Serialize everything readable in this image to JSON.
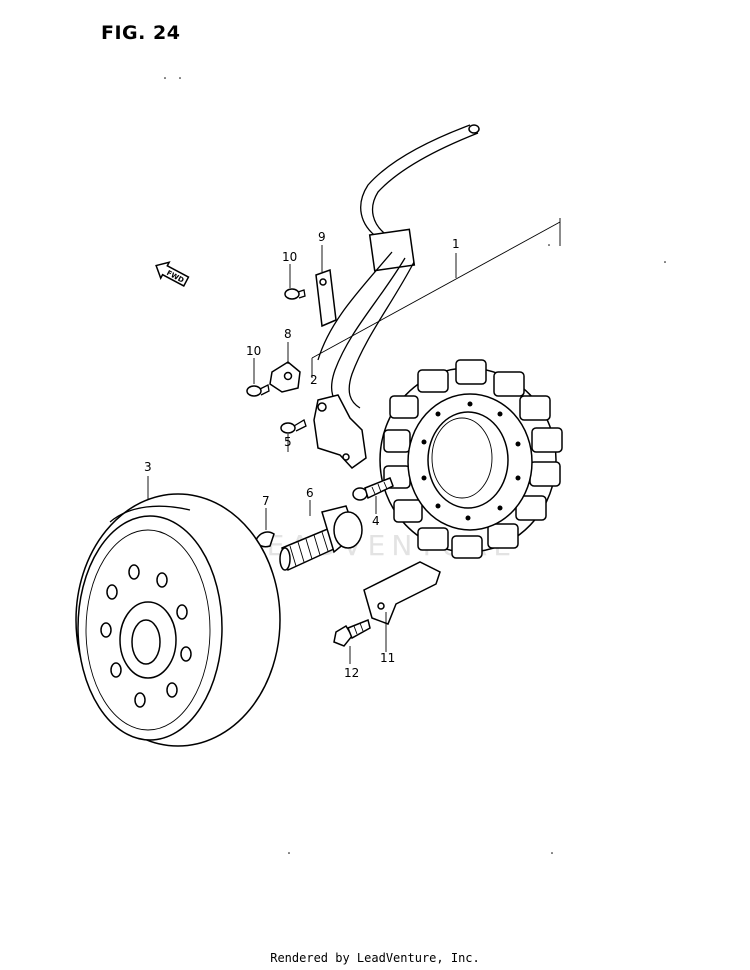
{
  "figure": {
    "title": "FIG. 24",
    "watermark": "LEADVENTURE",
    "direction_marker": "FWD"
  },
  "callouts": [
    {
      "number": "1",
      "part": "stator"
    },
    {
      "number": "2",
      "part": "stator-bracket"
    },
    {
      "number": "3",
      "part": "rotor-flywheel"
    },
    {
      "number": "4",
      "part": "stator-bolt"
    },
    {
      "number": "5",
      "part": "bracket-screw"
    },
    {
      "number": "6",
      "part": "rotor-bolt"
    },
    {
      "number": "7",
      "part": "woodruff-key"
    },
    {
      "number": "8",
      "part": "wire-clamp"
    },
    {
      "number": "9",
      "part": "wire-plate"
    },
    {
      "number": "10",
      "part": "clamp-screw-upper"
    },
    {
      "number": "10",
      "part": "clamp-screw-lower"
    },
    {
      "number": "11",
      "part": "cover-bracket"
    },
    {
      "number": "12",
      "part": "bracket-bolt"
    }
  ],
  "footer": {
    "text": "Rendered by LeadVenture, Inc."
  }
}
